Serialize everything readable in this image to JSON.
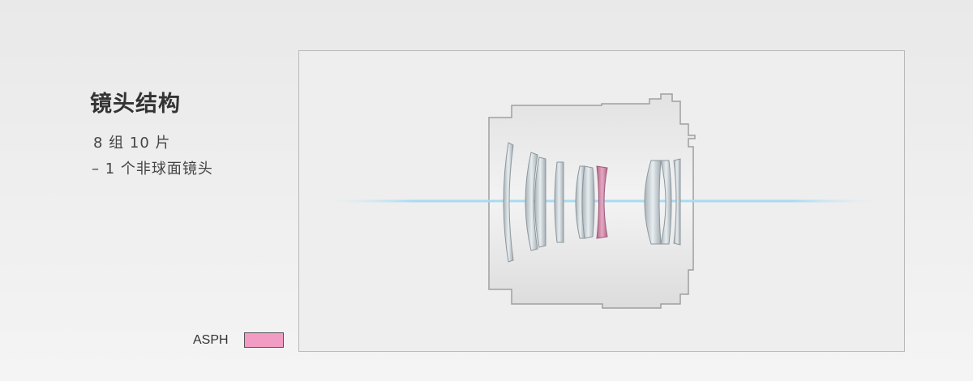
{
  "header": {
    "title": "镜头结构",
    "groups_elements": "8 组 10 片",
    "aspherical_note": "– 1 个非球面镜头"
  },
  "legend": {
    "label": "ASPH",
    "color": "#f29cc3"
  },
  "diagram": {
    "accent_aspherical": "#c9799a",
    "optical_axis_color": "#9fd3ee",
    "lens_count": 10,
    "aspherical_count": 1
  }
}
